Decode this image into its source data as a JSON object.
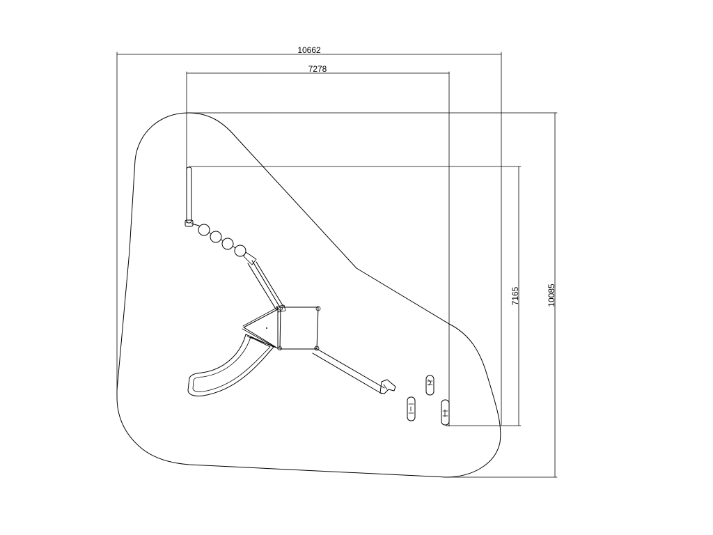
{
  "dimensions": {
    "overall_width": "10662",
    "equipment_width": "7278",
    "overall_depth": "10085",
    "equipment_depth": "7165"
  },
  "colors": {
    "line": "#000000",
    "background": "#ffffff"
  }
}
